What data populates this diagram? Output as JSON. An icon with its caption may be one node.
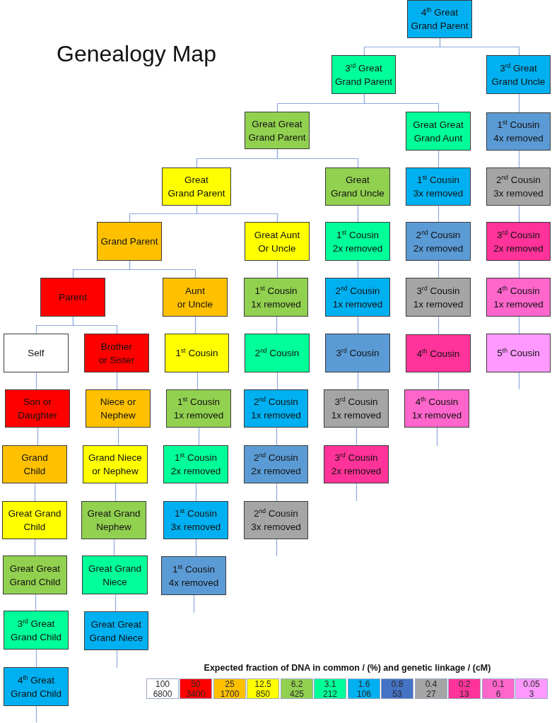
{
  "diagram": {
    "title": "Genealogy Map",
    "nodes": [
      {
        "text": [
          "4$^{th}$ Great Grand Parent"
        ]
      },
      {
        "text": [
          "3$^{rd}$ Great Grand Parent"
        ]
      },
      {
        "text": [
          "3$^{rd}$ Great Grand Uncle"
        ]
      },
      {
        "text": [
          "Great Great Grand Parent"
        ]
      },
      {
        "text": [
          "Great Great Grand Aunt"
        ]
      },
      {
        "text": [
          "1$^{st}$ Cousin 4x removed"
        ]
      },
      {
        "text": [
          "Great Grand Parent"
        ]
      },
      {
        "text": [
          "Great Grand Uncle"
        ]
      },
      {
        "text": [
          "1$^{st}$ Cousin 3x removed"
        ]
      },
      {
        "text": [
          "2$^{nd}$ Cousin 3x removed"
        ]
      },
      {
        "text": [
          "Grand Parent"
        ]
      },
      {
        "text": [
          "Great Aunt Or Uncle"
        ]
      },
      {
        "text": [
          "1$^{st}$ Cousin 2x removed"
        ]
      },
      {
        "text": [
          "2$^{nd}$ Cousin 2x removed"
        ]
      },
      {
        "text": [
          "3$^{rd}$ Cousin 2x removed"
        ]
      },
      {
        "text": [
          "Parent"
        ]
      },
      {
        "text": [
          "Aunt or Uncle"
        ]
      },
      {
        "text": [
          "1$^{st}$ Cousin 1x removed"
        ]
      },
      {
        "text": [
          "2$^{nd}$ Cousin 1x removed"
        ]
      },
      {
        "text": [
          "3$^{rd}$ Cousin 1x removed"
        ]
      },
      {
        "text": [
          "4$^{th}$ Cousin 1x removed"
        ]
      },
      {
        "text": [
          "Self"
        ]
      },
      {
        "text": [
          "Brother or Sister"
        ]
      },
      {
        "text": [
          "1$^{st}$ Cousin"
        ]
      },
      {
        "text": [
          "2$^{nd}$ Cousin"
        ]
      },
      {
        "text": [
          "3$^{rd}$ Cousin"
        ]
      },
      {
        "text": [
          "4$^{th}$ Cousin"
        ]
      },
      {
        "text": [
          "5$^{th}$ Cousin"
        ]
      },
      {
        "text": [
          "Son or Daughter"
        ]
      },
      {
        "text": [
          "Niece or Nephew"
        ]
      },
      {
        "text": [
          "1$^{st}$ Cousin 1x removed"
        ]
      },
      {
        "text": [
          "2$^{nd}$ Cousin 1x removed"
        ]
      },
      {
        "text": [
          "3$^{rd}$ Cousin 1x removed"
        ]
      },
      {
        "text": [
          "4$^{th}$ Cousin 1x removed"
        ]
      },
      {
        "text": [
          "Grand Child"
        ]
      },
      {
        "text": [
          "Grand Niece or Nephew"
        ]
      },
      {
        "text": [
          "1$^{st}$ Cousin 2x removed"
        ]
      },
      {
        "text": [
          "2$^{nd}$ Cousin 2x removed"
        ]
      },
      {
        "text": [
          "3$^{rd}$ Cousin 2x removed"
        ]
      },
      {
        "text": [
          "Great Grand Child"
        ]
      },
      {
        "text": [
          "Great Grand Nephew"
        ]
      },
      {
        "text": [
          "1$^{st}$ Cousin 3x removed"
        ]
      },
      {
        "text": [
          "2$^{nd}$ Cousin 3x removed"
        ]
      },
      {
        "text": [
          "Great Great Grand Child"
        ]
      },
      {
        "text": [
          "Great Grand Niece"
        ]
      },
      {
        "text": [
          "1$^{st}$ Cousin 4x removed"
        ]
      },
      {
        "text": [
          "3$^{rd}$ Great Grand Child"
        ]
      },
      {
        "text": [
          "Great Great Grand Niece"
        ]
      },
      {
        "text": [
          "4$^{th}$ Great Grand Child"
        ]
      }
    ],
    "edges": [
      {
        "from": 0,
        "to": 1,
        "arrow": "none"
      },
      {
        "from": 0,
        "to": 2,
        "arrow": "none"
      },
      {
        "from": 1,
        "to": 3,
        "arrow": "none"
      },
      {
        "from": 1,
        "to": 4,
        "arrow": "none"
      },
      {
        "from": 2,
        "to": 5,
        "arrow": "none"
      },
      {
        "from": 3,
        "to": 6,
        "arrow": "none"
      },
      {
        "from": 3,
        "to": 7,
        "arrow": "none"
      },
      {
        "from": 4,
        "to": 8,
        "arrow": "none"
      },
      {
        "from": 5,
        "to": 9,
        "arrow": "none"
      },
      {
        "from": 6,
        "to": 10,
        "arrow": "none"
      },
      {
        "from": 6,
        "to": 11,
        "arrow": "none"
      },
      {
        "from": 7,
        "to": 12,
        "arrow": "none"
      },
      {
        "from": 8,
        "to": 13,
        "arrow": "none"
      },
      {
        "from": 9,
        "to": 14,
        "arrow": "none"
      },
      {
        "from": 10,
        "to": 15,
        "arrow": "none"
      },
      {
        "from": 10,
        "to": 16,
        "arrow": "none"
      },
      {
        "from": 11,
        "to": 17,
        "arrow": "none"
      },
      {
        "from": 12,
        "to": 18,
        "arrow": "none"
      },
      {
        "from": 13,
        "to": 19,
        "arrow": "none"
      },
      {
        "from": 14,
        "to": 20,
        "arrow": "none"
      },
      {
        "from": 15,
        "to": 21,
        "arrow": "none"
      },
      {
        "from": 15,
        "to": 22,
        "arrow": "none"
      },
      {
        "from": 16,
        "to": 23,
        "arrow": "none"
      },
      {
        "from": 17,
        "to": 24,
        "arrow": "none"
      },
      {
        "from": 18,
        "to": 25,
        "arrow": "none"
      },
      {
        "from": 19,
        "to": 26,
        "arrow": "none"
      },
      {
        "from": 20,
        "to": 27,
        "arrow": "none"
      },
      {
        "from": 21,
        "to": 28,
        "arrow": "none"
      },
      {
        "from": 22,
        "to": 29,
        "arrow": "none"
      },
      {
        "from": 23,
        "to": 30,
        "arrow": "none"
      },
      {
        "from": 24,
        "to": 31,
        "arrow": "none"
      },
      {
        "from": 25,
        "to": 32,
        "arrow": "none"
      },
      {
        "from": 26,
        "to": 33,
        "arrow": "none"
      },
      {
        "from": 27,
        "to": null,
        "arrow": "none"
      },
      {
        "from": 28,
        "to": 34,
        "arrow": "none"
      },
      {
        "from": 29,
        "to": 35,
        "arrow": "none"
      },
      {
        "from": 30,
        "to": 36,
        "arrow": "none"
      },
      {
        "from": 31,
        "to": 37,
        "arrow": "none"
      },
      {
        "from": 32,
        "to": 38,
        "arrow": "none"
      },
      {
        "from": 33,
        "to": null,
        "arrow": "none"
      },
      {
        "from": 34,
        "to": 39,
        "arrow": "none"
      },
      {
        "from": 35,
        "to": 40,
        "arrow": "none"
      },
      {
        "from": 36,
        "to": 41,
        "arrow": "none"
      },
      {
        "from": 37,
        "to": 42,
        "arrow": "none"
      },
      {
        "from": 38,
        "to": null,
        "arrow": "none"
      },
      {
        "from": 39,
        "to": 43,
        "arrow": "none"
      },
      {
        "from": 40,
        "to": 44,
        "arrow": "none"
      },
      {
        "from": 41,
        "to": 45,
        "arrow": "none"
      },
      {
        "from": 42,
        "to": null,
        "arrow": "none"
      },
      {
        "from": 43,
        "to": 46,
        "arrow": "none"
      },
      {
        "from": 44,
        "to": 47,
        "arrow": "none"
      },
      {
        "from": 45,
        "to": null,
        "arrow": "none"
      },
      {
        "from": 46,
        "to": 48,
        "arrow": "none"
      },
      {
        "from": 47,
        "to": null,
        "arrow": "none"
      },
      {
        "from": 48,
        "to": null,
        "arrow": "none"
      }
    ],
    "labels": [
      "Expected fraction of DNA in common / (%) and genetic linkage / (cM)"
    ],
    "legend": [
      {
        "text": "100 6800",
        "color": "#ffffff"
      },
      {
        "text": "50 3400",
        "color": "#ff0000"
      },
      {
        "text": "25 1700",
        "color": "#ffc000"
      },
      {
        "text": "12.5 850",
        "color": "#ffff00"
      },
      {
        "text": "6.2 425",
        "color": "#92d050"
      },
      {
        "text": "3.1 212",
        "color": "#00ff99"
      },
      {
        "text": "1.6 106",
        "color": "#00b0f0"
      },
      {
        "text": "0.8 53",
        "color": "#4472c4"
      },
      {
        "text": "0.4 27",
        "color": "#a5a5a5"
      },
      {
        "text": "0.2 13",
        "color": "#ff3399"
      },
      {
        "text": "0.1 6",
        "color": "#ff66cc"
      },
      {
        "text": "0.05 3",
        "color": "#ff99ff"
      }
    ]
  }
}
